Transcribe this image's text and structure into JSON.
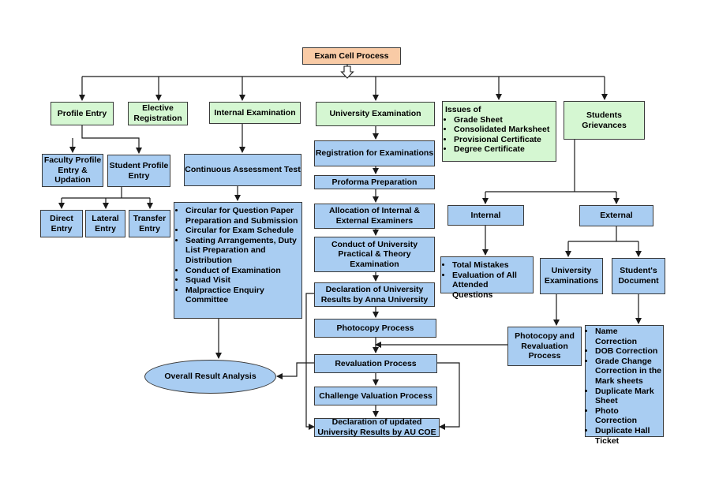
{
  "title": "Exam Cell Process",
  "colors": {
    "root": "#f9cba6",
    "category": "#d5f7d2",
    "step": "#a9cdf2",
    "line": "#1a1a1a"
  },
  "nodes": {
    "profile_entry": "Profile Entry",
    "elective_registration": "Elective Registration",
    "internal_examination": "Internal Examination",
    "university_examination": "University Examination",
    "issues": {
      "heading": "Issues of",
      "items": [
        "Grade Sheet",
        "Consolidated Marksheet",
        "Provisional Certificate",
        "Degree Certificate"
      ]
    },
    "students_grievances": "Students Grievances",
    "faculty_profile": "Faculty Profile Entry & Updation",
    "student_profile": "Student Profile Entry",
    "direct_entry": "Direct Entry",
    "lateral_entry": "Lateral Entry",
    "transfer_entry": "Transfer Entry",
    "continuous_assessment": "Continuous Assessment Test",
    "internal_tasks": [
      "Circular for Question Paper Preparation and Submission",
      "Circular for Exam Schedule",
      "Seating Arrangements, Duty List Preparation and Distribution",
      "Conduct of Examination",
      "Squad Visit",
      "Malpractice Enquiry Committee"
    ],
    "overall_result": "Overall Result Analysis",
    "registration": "Registration for Examinations",
    "proforma": "Proforma Preparation",
    "allocation": "Allocation of Internal & External Examiners",
    "conduct_practical": "Conduct of University Practical & Theory Examination",
    "declaration_results": "Declaration of University Results by Anna University",
    "photocopy": "Photocopy Process",
    "revaluation": "Revaluation Process",
    "challenge": "Challenge Valuation Process",
    "declaration_updated": "Declaration of updated University Results by AU COE",
    "internal": "Internal",
    "external": "External",
    "internal_items": [
      "Total Mistakes",
      "Evaluation of All Attended Questions"
    ],
    "university_exams": "University Examinations",
    "students_document": "Student's Document",
    "photocopy_revaluation": "Photocopy and Revaluation Process",
    "document_items": [
      "Name Correction",
      "DOB Correction",
      "Grade Change Correction in the Mark sheets",
      "Duplicate Mark Sheet",
      "Photo Correction",
      "Duplicate Hall Ticket"
    ]
  }
}
